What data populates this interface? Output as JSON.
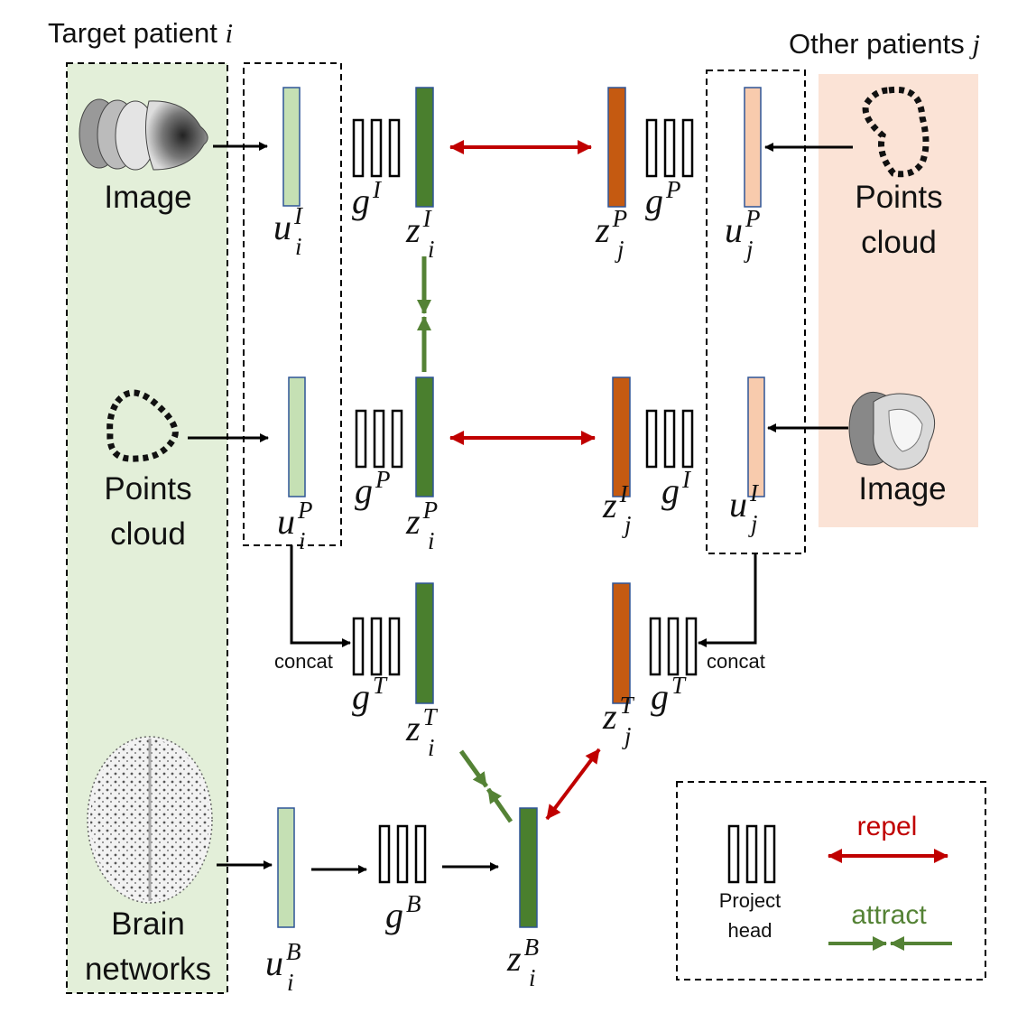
{
  "panels": {
    "target": {
      "title": "Target patient ",
      "title_var": "i",
      "fill": "#e3efd9",
      "stroke": "#000000"
    },
    "other": {
      "title": "Other patients ",
      "title_var": "j",
      "fill": "#fbe3d6",
      "stroke": "#000000"
    }
  },
  "target_inputs": {
    "image": {
      "label": "Image",
      "icon": "mri-slices-icon"
    },
    "points": {
      "label_line1": "Points",
      "label_line2": "cloud",
      "icon": "dotted-contour-icon"
    },
    "brain": {
      "label_line1": "Brain",
      "label_line2": "networks",
      "icon": "brain-network-icon"
    }
  },
  "other_inputs": {
    "points": {
      "label_line1": "Points",
      "label_line2": "cloud",
      "icon": "dotted-contour-icon"
    },
    "image": {
      "label": "Image",
      "icon": "mri-slices-icon"
    }
  },
  "symbols": {
    "u_i_I": {
      "base": "u",
      "sup": "I",
      "sub": "i"
    },
    "u_i_P": {
      "base": "u",
      "sup": "P",
      "sub": "i"
    },
    "u_i_B": {
      "base": "u",
      "sup": "B",
      "sub": "i"
    },
    "u_j_P": {
      "base": "u",
      "sup": "P",
      "sub": "j"
    },
    "u_j_I": {
      "base": "u",
      "sup": "I",
      "sub": "j"
    },
    "z_i_I": {
      "base": "z",
      "sup": "I",
      "sub": "i"
    },
    "z_i_P": {
      "base": "z",
      "sup": "P",
      "sub": "i"
    },
    "z_i_T": {
      "base": "z",
      "sup": "T",
      "sub": "i"
    },
    "z_i_B": {
      "base": "z",
      "sup": "B",
      "sub": "i"
    },
    "z_j_P": {
      "base": "z",
      "sup": "P",
      "sub": "j"
    },
    "z_j_I": {
      "base": "z",
      "sup": "I",
      "sub": "j"
    },
    "z_j_T": {
      "base": "z",
      "sup": "T",
      "sub": "j"
    },
    "g_I_left": {
      "base": "g",
      "sup": "I"
    },
    "g_P_left": {
      "base": "g",
      "sup": "P"
    },
    "g_T_left": {
      "base": "g",
      "sup": "T"
    },
    "g_B": {
      "base": "g",
      "sup": "B"
    },
    "g_P_right": {
      "base": "g",
      "sup": "P"
    },
    "g_I_right": {
      "base": "g",
      "sup": "I"
    },
    "g_T_right": {
      "base": "g",
      "sup": "T"
    }
  },
  "concat_left": "concat",
  "concat_right": "concat",
  "legend": {
    "project_head_line1": "Project",
    "project_head_line2": "head",
    "repel": "repel",
    "attract": "attract"
  },
  "colors": {
    "embedding_target": "#c5e0b4",
    "embedding_other": "#f8cbad",
    "latent_target": "#4a7f2e",
    "latent_other": "#c55a11",
    "repel": "#c00000",
    "attract": "#548235",
    "bar_border": "#2f5597"
  }
}
